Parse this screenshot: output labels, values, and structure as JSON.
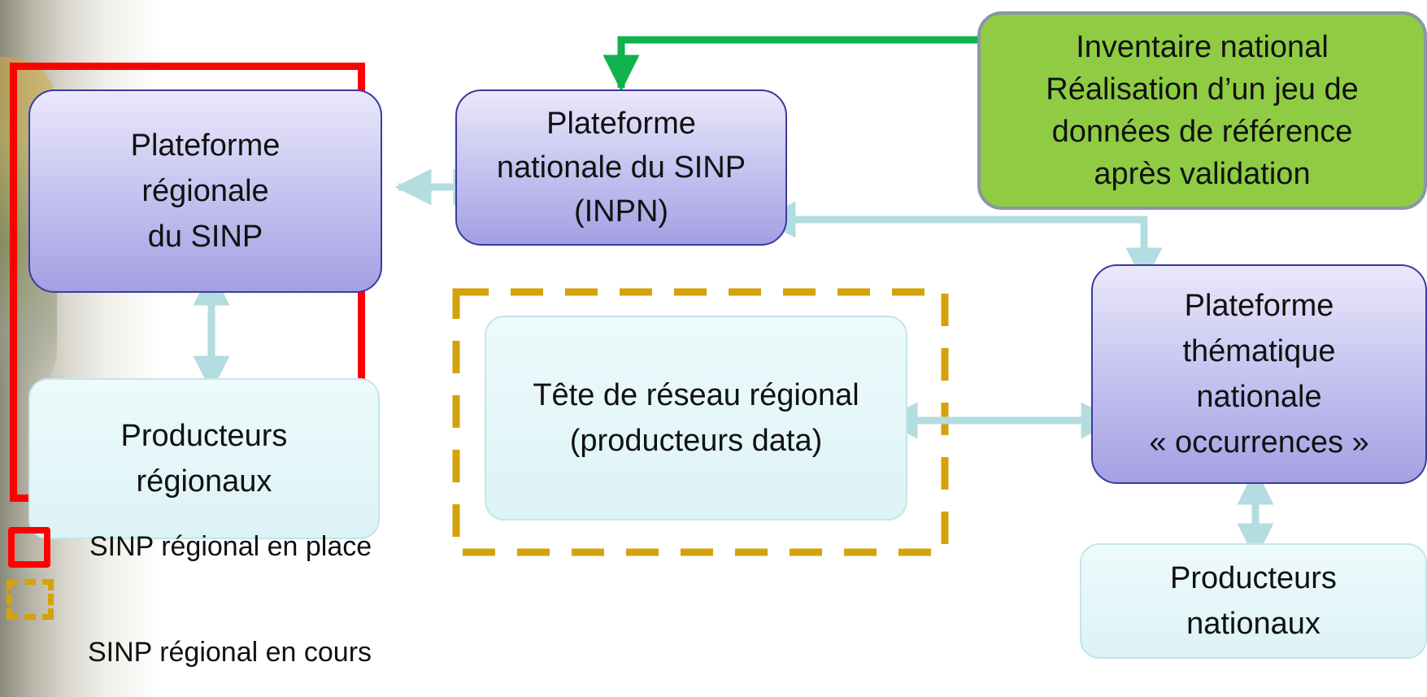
{
  "boxes": {
    "plateforme_regionale": "Plateforme\nrégionale\ndu SINP",
    "producteurs_regionaux": "Producteurs\nrégionaux",
    "plateforme_nationale": "Plateforme\nnationale du SINP\n(INPN)",
    "inventaire_national": "Inventaire national\nRéalisation d’un jeu de\ndonnées de référence\naprès validation",
    "tete_reseau": "Tête de réseau régional\n(producteurs data)",
    "plateforme_thematique": "Plateforme\nthématique\nnationale\n« occurrences »",
    "producteurs_nationaux": "Producteurs\nnationaux"
  },
  "legend": {
    "in_place": "SINP régional en place",
    "in_progress": "SINP régional en cours"
  },
  "colors": {
    "in_place_frame": "#ff0000",
    "in_progress_frame": "#d4a20a",
    "arrow_light": "#b3dde0",
    "arrow_green": "#10b24c",
    "inventaire_fill": "#8fcc44"
  }
}
